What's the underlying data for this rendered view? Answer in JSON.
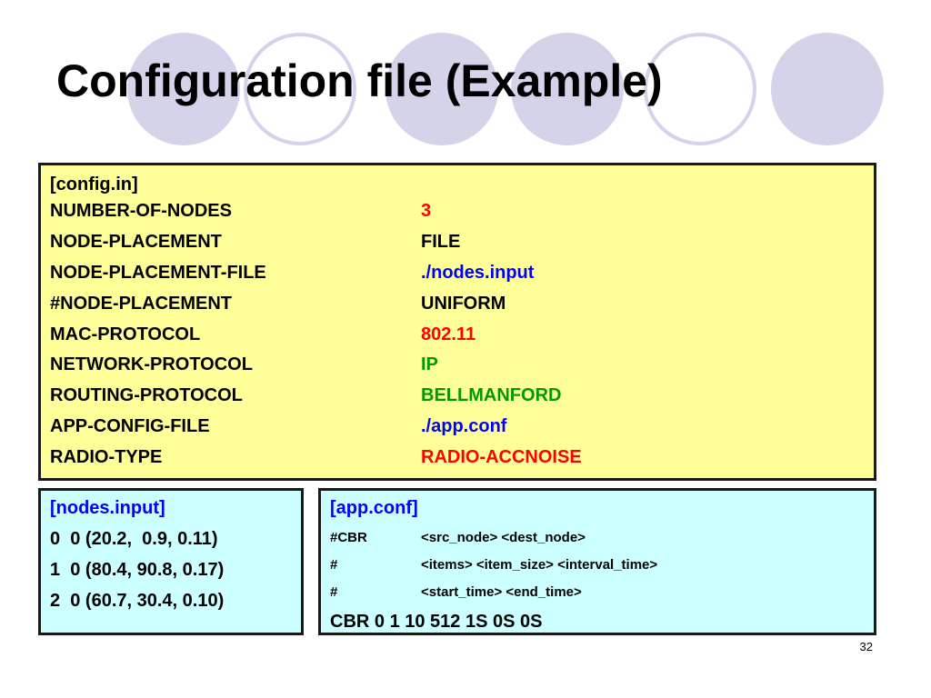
{
  "slide": {
    "title": "Configuration file (Example)",
    "page_number": "32"
  },
  "colors": {
    "circle": "#d5d3ea",
    "config_bg": "#ffff99",
    "box_bg": "#ccffff",
    "red": "#ff0000",
    "blue": "#0000ff",
    "green": "#009900"
  },
  "config": {
    "header": "[config.in]",
    "rows": [
      {
        "key": "NUMBER-OF-NODES",
        "value": "3",
        "color": "#ff0000"
      },
      {
        "key": "NODE-PLACEMENT",
        "value": "FILE",
        "color": "#000000"
      },
      {
        "key": "NODE-PLACEMENT-FILE",
        "value": "./nodes.input",
        "color": "#0000ff"
      },
      {
        "key": "#NODE-PLACEMENT",
        "value": "UNIFORM",
        "color": "#000000"
      },
      {
        "key": "MAC-PROTOCOL",
        "value": "802.11",
        "color": "#ff0000"
      },
      {
        "key": "NETWORK-PROTOCOL",
        "value": "IP",
        "color": "#009900"
      },
      {
        "key": "ROUTING-PROTOCOL",
        "value": "BELLMANFORD",
        "color": "#009900"
      },
      {
        "key": "APP-CONFIG-FILE",
        "value": "./app.conf",
        "color": "#0000ff"
      },
      {
        "key": "RADIO-TYPE",
        "value": "RADIO-ACCNOISE",
        "color": "#ff0000"
      }
    ]
  },
  "nodes": {
    "header": "[nodes.input]",
    "lines": [
      "0  0 (20.2,  0.9, 0.11)",
      "1  0 (80.4, 90.8, 0.17)",
      "2  0 (60.7, 30.4, 0.10)"
    ]
  },
  "app": {
    "header": "[app.conf]",
    "rows": [
      {
        "key": "#CBR",
        "value": "<src_node> <dest_node>"
      },
      {
        "key": "#",
        "value": "<items> <item_size> <interval_time>"
      },
      {
        "key": "#",
        "value": "<start_time> <end_time>"
      }
    ],
    "command": "CBR 0 1 10 512 1S 0S 0S"
  }
}
